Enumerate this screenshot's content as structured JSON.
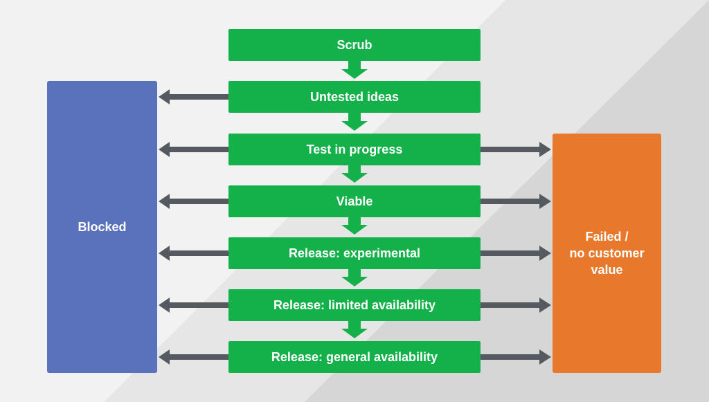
{
  "colors": {
    "background": "#f2f2f2",
    "band_light": "#e6e6e6",
    "band_dark": "#d6d6d6",
    "stage": "#14b14b",
    "blocked": "#5a72b9",
    "failed": "#e8792c",
    "side_arrow": "#555a60",
    "flow_arrow": "#14b14b"
  },
  "stages": [
    {
      "label": "Scrub"
    },
    {
      "label": "Untested ideas"
    },
    {
      "label": "Test in progress"
    },
    {
      "label": "Viable"
    },
    {
      "label": "Release: experimental"
    },
    {
      "label": "Release: limited availability"
    },
    {
      "label": "Release: general availability"
    }
  ],
  "blocked": {
    "label": "Blocked"
  },
  "failed": {
    "lines": [
      "Failed /",
      "no customer",
      "value"
    ]
  }
}
